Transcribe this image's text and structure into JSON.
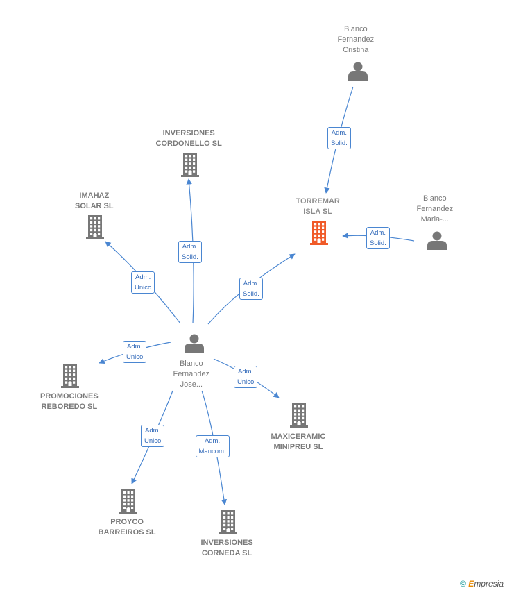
{
  "colors": {
    "edge": "#4a86d1",
    "person_icon": "#777777",
    "company_icon": "#777777",
    "main_company_icon": "#f05a28"
  },
  "nodes": {
    "blanco_cristina": {
      "type": "person",
      "lines": [
        "Blanco",
        "Fernandez",
        "Cristina"
      ]
    },
    "torremar": {
      "type": "company-main",
      "lines": [
        "TORREMAR",
        "ISLA  SL"
      ]
    },
    "blanco_maria": {
      "type": "person",
      "lines": [
        "Blanco",
        "Fernandez",
        "Maria-..."
      ]
    },
    "inversiones_cordonello": {
      "type": "company",
      "lines": [
        "INVERSIONES",
        "CORDONELLO SL"
      ]
    },
    "imahaz": {
      "type": "company",
      "lines": [
        "IMAHAZ",
        "SOLAR SL"
      ]
    },
    "blanco_jose": {
      "type": "person",
      "lines": [
        "Blanco",
        "Fernandez",
        "Jose..."
      ]
    },
    "promociones_reboredo": {
      "type": "company",
      "lines": [
        "PROMOCIONES",
        "REBOREDO SL"
      ]
    },
    "maxiceramic": {
      "type": "company",
      "lines": [
        "MAXICERAMIC",
        "MINIPREU SL"
      ]
    },
    "proyco": {
      "type": "company",
      "lines": [
        "PROYCO",
        "BARREIROS SL"
      ]
    },
    "inversiones_corneda": {
      "type": "company",
      "lines": [
        "INVERSIONES",
        "CORNEDA SL"
      ]
    }
  },
  "edges": [
    {
      "from": "blanco_cristina",
      "to": "torremar",
      "label": [
        "Adm.",
        "Solid."
      ]
    },
    {
      "from": "blanco_maria",
      "to": "torremar",
      "label": [
        "Adm.",
        "Solid."
      ]
    },
    {
      "from": "blanco_jose",
      "to": "torremar",
      "label": [
        "Adm.",
        "Solid."
      ]
    },
    {
      "from": "blanco_jose",
      "to": "inversiones_cordonello",
      "label": [
        "Adm.",
        "Solid."
      ]
    },
    {
      "from": "blanco_jose",
      "to": "imahaz",
      "label": [
        "Adm.",
        "Unico"
      ]
    },
    {
      "from": "blanco_jose",
      "to": "promociones_reboredo",
      "label": [
        "Adm.",
        "Unico"
      ]
    },
    {
      "from": "blanco_jose",
      "to": "maxiceramic",
      "label": [
        "Adm.",
        "Unico"
      ]
    },
    {
      "from": "blanco_jose",
      "to": "proyco",
      "label": [
        "Adm.",
        "Unico"
      ]
    },
    {
      "from": "blanco_jose",
      "to": "inversiones_corneda",
      "label": [
        "Adm.",
        "Mancom."
      ]
    }
  ],
  "footer": {
    "copyright": "©",
    "brand_initial": "E",
    "brand_rest": "mpresia"
  }
}
